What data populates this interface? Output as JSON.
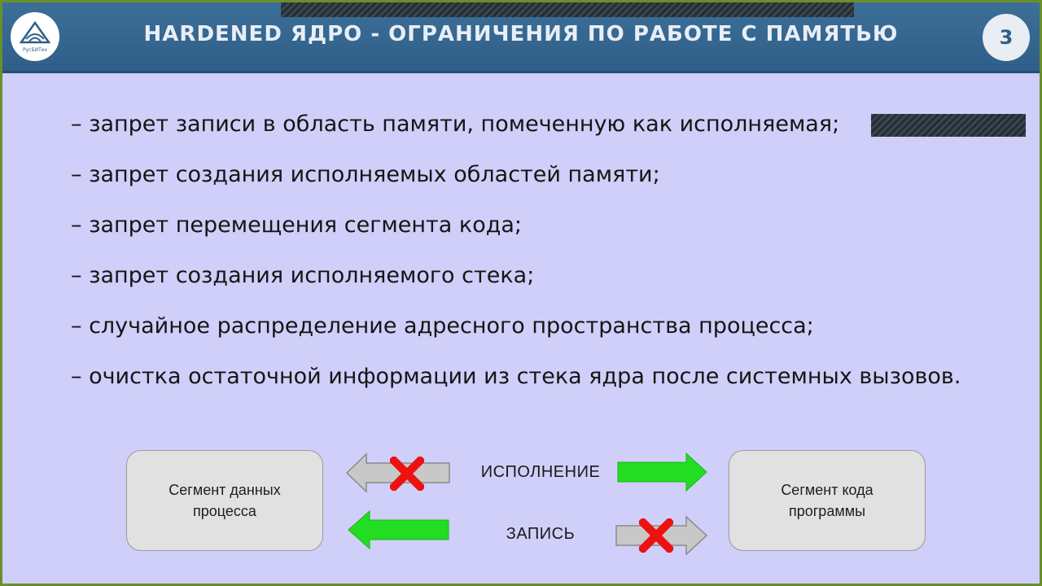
{
  "header": {
    "title": "HARDENED ЯДРО - ОГРАНИЧЕНИЯ ПО РАБОТЕ С ПАМЯТЬЮ",
    "page_number": "3",
    "logo_text": "РусБИТех",
    "colors": {
      "header": "#2f5f88",
      "background": "#cfcff9"
    }
  },
  "bullets": [
    "– запрет записи в область памяти, помеченную как исполняемая;",
    "– запрет создания исполняемых областей памяти;",
    "– запрет перемещения сегмента кода;",
    "– запрет создания исполняемого стека;",
    "– случайное распределение адресного пространства процесса;",
    "– очистка остаточной информации из стека ядра после системных вызовов."
  ],
  "diagram": {
    "left_box": "Сегмент данных\nпроцесса",
    "right_box": "Сегмент кода\nпрограммы",
    "execute_label": "ИСПОЛНЕНИЕ",
    "write_label": "ЗАПИСЬ",
    "colors": {
      "allowed": "#22dd22",
      "denied": "#c8c8c8",
      "cross": "#ee1111"
    },
    "icons": [
      "arrow-left-icon",
      "arrow-right-icon",
      "cross-icon"
    ]
  }
}
